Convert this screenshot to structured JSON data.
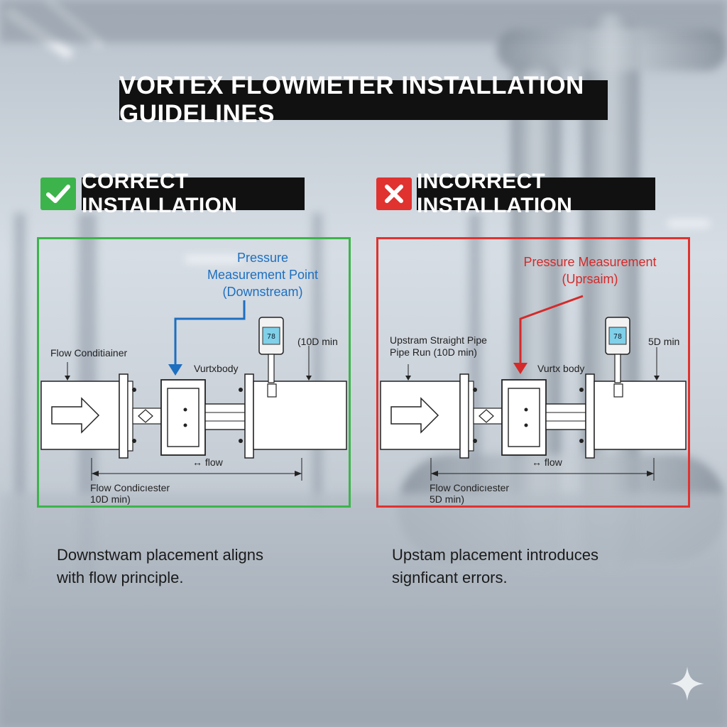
{
  "title": "VORTEX FLOWMETER INSTALLATION GUIDELINES",
  "correct": {
    "heading": "CORRECT INSTALLATION",
    "callout_line1": "Pressure",
    "callout_line2": "Measurement Point",
    "callout_line3": "(Downstream)",
    "label_conditioner": "Flow Conditiainer",
    "label_body": "Vurtxbody",
    "label_spacing": "(10D min",
    "label_flow": "↔ flow",
    "label_bottom1": "Flow Condicıester",
    "label_bottom2": "10D min)",
    "display_value": "78",
    "caption_line1": "Downstwam placement aligns",
    "caption_line2": "with flow principle.",
    "color": "#3cb44b"
  },
  "incorrect": {
    "heading": "INCORRECT INSTALLATION",
    "callout_line1": "Pressure Measurement",
    "callout_line2": "(Uprsaim)",
    "label_upstream1": "Upstram Straight Pipe",
    "label_upstream2": "Pipe Run (10D min)",
    "label_body": "Vurtx body",
    "label_spacing": "5D min",
    "label_flow": "↔ flow",
    "label_bottom1": "Flow Condicıester",
    "label_bottom2": "5D min)",
    "display_value": "78",
    "caption_line1": "Upstam placement introduces",
    "caption_line2": "signficant errors.",
    "color": "#e0322f"
  },
  "icons": [
    "checkmark-icon",
    "cross-icon",
    "sparkle-icon"
  ]
}
